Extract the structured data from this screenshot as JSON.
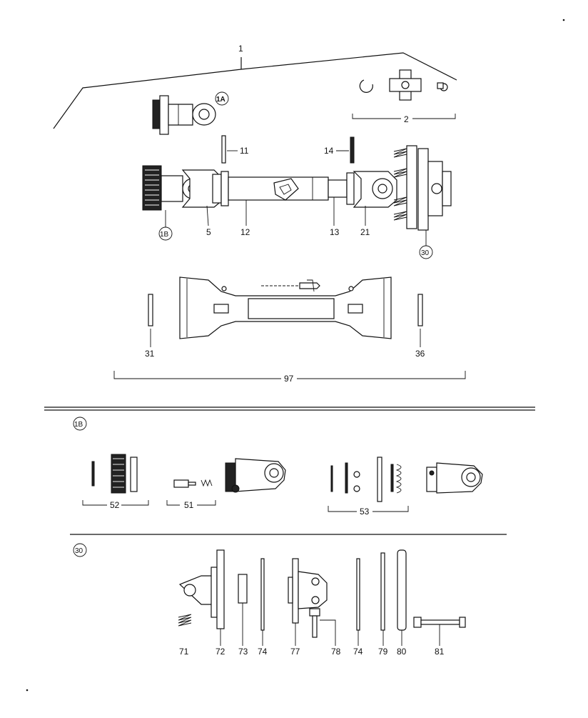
{
  "callouts": {
    "c1": "1",
    "c1A": "1A",
    "c2": "2",
    "c11": "11",
    "c14": "14",
    "c1B": "1B",
    "c5": "5",
    "c12": "12",
    "c13": "13",
    "c21": "21",
    "c30": "30",
    "c31": "31",
    "c36": "36",
    "c97": "97",
    "sec1B": "1B",
    "c52": "52",
    "c51": "51",
    "c53": "53",
    "sec30": "30",
    "c71": "71",
    "c72": "72",
    "c73": "73",
    "c74a": "74",
    "c77": "77",
    "c78": "78",
    "c74b": "74",
    "c79": "79",
    "c80": "80",
    "c81": "81"
  },
  "icons": [
    "driveline-assembly-icon",
    "universal-joint-icon",
    "yoke-icon",
    "slip-clutch-icon",
    "spring-icon",
    "bolt-icon",
    "pin-icon",
    "snap-ring-icon",
    "shield-icon"
  ]
}
